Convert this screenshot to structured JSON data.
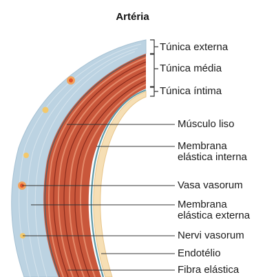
{
  "title": "Artéria",
  "layers": [
    {
      "label": "Túnica externa"
    },
    {
      "label": "Túnica média"
    },
    {
      "label": "Túnica íntima"
    }
  ],
  "structures": [
    {
      "label": "Músculo liso"
    },
    {
      "label": "Membrana elástica interna"
    },
    {
      "label": "Vasa vasorum"
    },
    {
      "label": "Membrana elástica externa"
    },
    {
      "label": "Nervi vasorum"
    },
    {
      "label": "Endotélio"
    },
    {
      "label": "Fibra elástica"
    }
  ],
  "colors": {
    "adventitia": "#bcd3e2",
    "media": "#c9573b",
    "intima": "#f6dfb5",
    "elastic_membrane": "#5f9aa8",
    "vasa_vasorum": "#e0532b",
    "nervi_vasorum": "#f4c86a"
  }
}
